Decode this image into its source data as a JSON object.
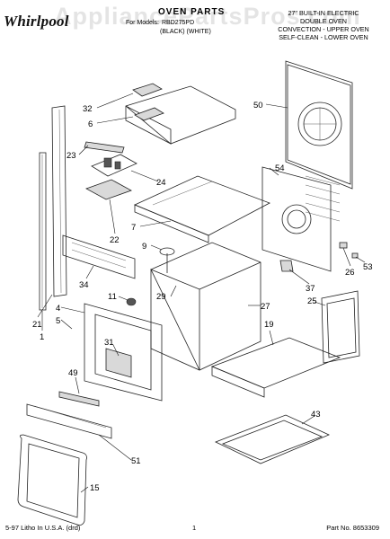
{
  "header": {
    "logo": "Whirlpool",
    "watermark": "AppliancePartsPros.com",
    "title": "OVEN PARTS",
    "for_model_prefix": "For Models:",
    "models": "RBD275PD",
    "colors": "(BLACK)   (WHITE)",
    "description": [
      "27\" BUILT-IN ELECTRIC",
      "DOUBLE OVEN",
      "CONVECTION - UPPER OVEN",
      "SELF-CLEAN - LOWER OVEN"
    ]
  },
  "callouts": [
    "32",
    "6",
    "50",
    "23",
    "24",
    "54",
    "7",
    "22",
    "9",
    "34",
    "26",
    "53",
    "11",
    "29",
    "37",
    "4",
    "5",
    "21",
    "1",
    "31",
    "27",
    "25",
    "19",
    "49",
    "43",
    "51",
    "15"
  ],
  "footer": {
    "left": "5-97 Litho In U.S.A. (drd)",
    "page": "1",
    "right": "Part No. 8653309"
  }
}
